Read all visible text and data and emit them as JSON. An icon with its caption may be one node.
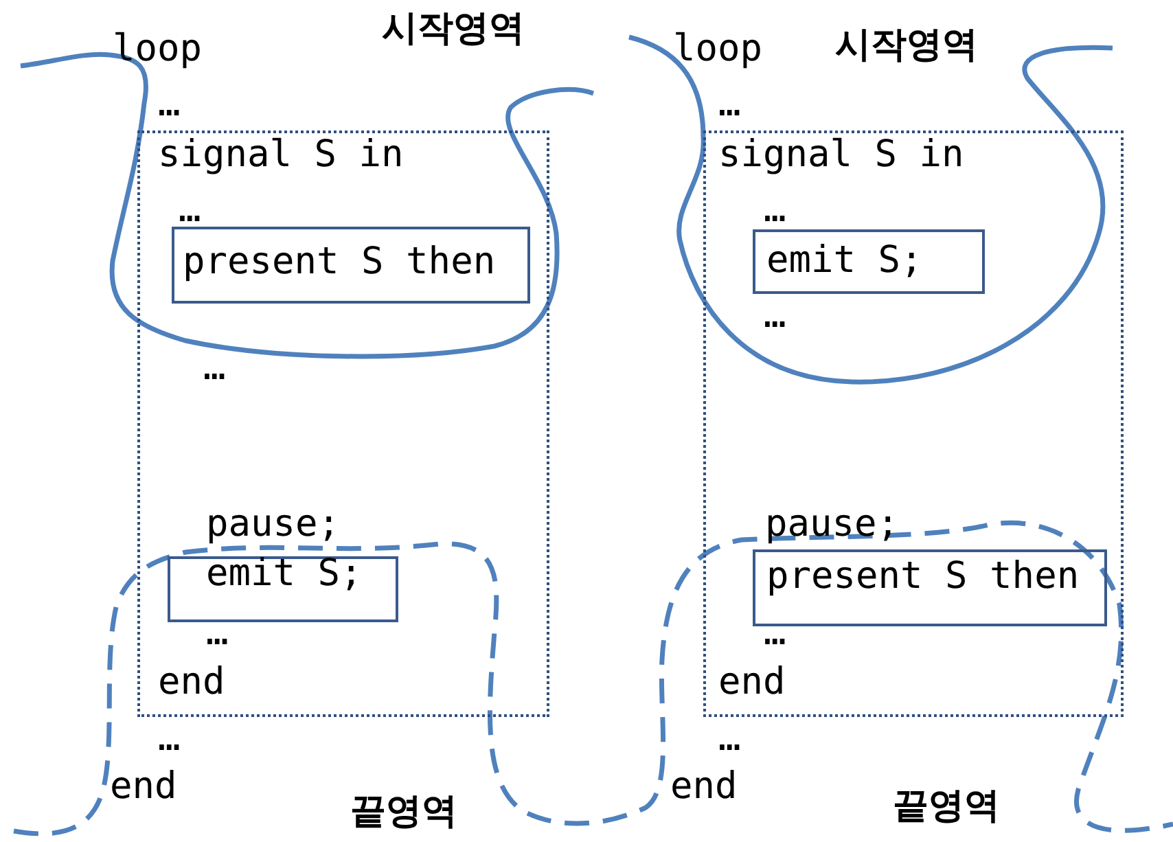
{
  "diagram": {
    "nodes": [
      {
        "text": [
          "signal S in",
          "…",
          "…",
          "pause;",
          "…",
          "end"
        ]
      },
      {
        "text": [
          "present S then"
        ],
        "in": 0
      },
      {
        "text": [
          "emit S;"
        ],
        "in": 0
      },
      {
        "text": [
          "signal S in",
          "…",
          "…",
          "pause;",
          "…",
          "end"
        ]
      },
      {
        "text": [
          "emit S;"
        ],
        "in": 3
      },
      {
        "text": [
          "present S then"
        ],
        "in": 3
      }
    ],
    "edges": [],
    "labels": [
      "loop",
      "시작영역",
      "…",
      "…",
      "end",
      "끝영역",
      "loop",
      "시작영역",
      "…",
      "…",
      "end",
      "끝영역"
    ]
  }
}
